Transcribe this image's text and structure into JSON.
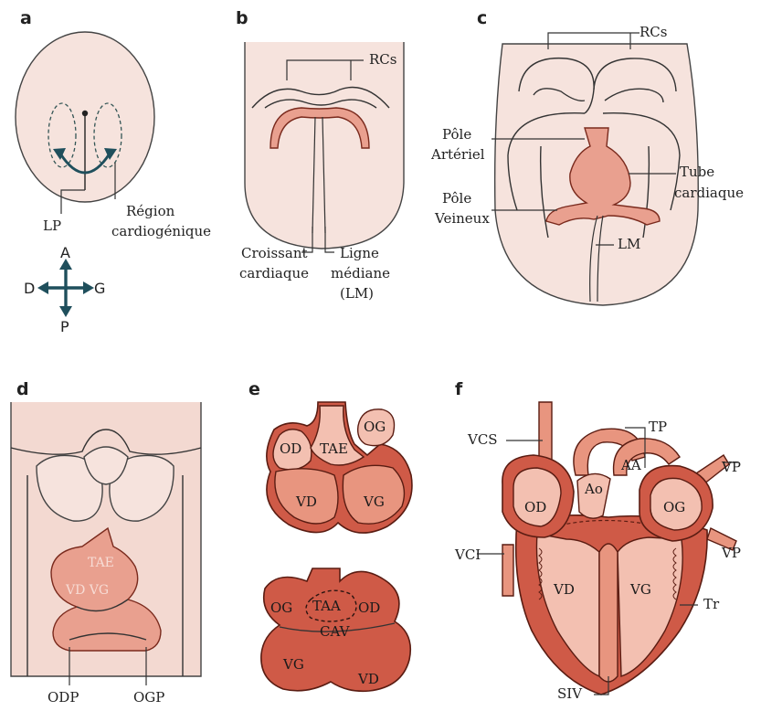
{
  "panels": {
    "a": {
      "letter": "a",
      "lp": "LP",
      "region_line1": "Région",
      "region_line2": "cardiogénique",
      "axis": {
        "a": "A",
        "p": "P",
        "d": "D",
        "g": "G"
      }
    },
    "b": {
      "letter": "b",
      "rcs": "RCs",
      "croissant_line1": "Croissant",
      "croissant_line2": "cardiaque",
      "ligne_line1": "Ligne",
      "ligne_line2": "médiane",
      "ligne_line3": "(LM)"
    },
    "c": {
      "letter": "c",
      "rcs": "RCs",
      "pole_art_line1": "Pôle",
      "pole_art_line2": "Artériel",
      "pole_vein_line1": "Pôle",
      "pole_vein_line2": "Veineux",
      "tube_line1": "Tube",
      "tube_line2": "cardiaque",
      "lm": "LM"
    },
    "d": {
      "letter": "d",
      "tae": "TAE",
      "vd_vg": "VD  VG",
      "odp": "ODP",
      "ogp": "OGP"
    },
    "e": {
      "letter": "e",
      "top": {
        "od": "OD",
        "tae": "TAE",
        "og": "OG",
        "vd": "VD",
        "vg": "VG"
      },
      "bottom": {
        "og": "OG",
        "taa": "TAA",
        "od": "OD",
        "cav": "CAV",
        "vg": "VG",
        "vd": "VD"
      }
    },
    "f": {
      "letter": "f",
      "vcs": "VCS",
      "tp": "TP",
      "aa": "AA",
      "ao": "Ao",
      "vp1": "VP",
      "od": "OD",
      "og": "OG",
      "vci": "VCI",
      "vd": "VD",
      "vg": "VG",
      "vp2": "VP",
      "tr": "Tr",
      "siv": "SIV"
    }
  }
}
